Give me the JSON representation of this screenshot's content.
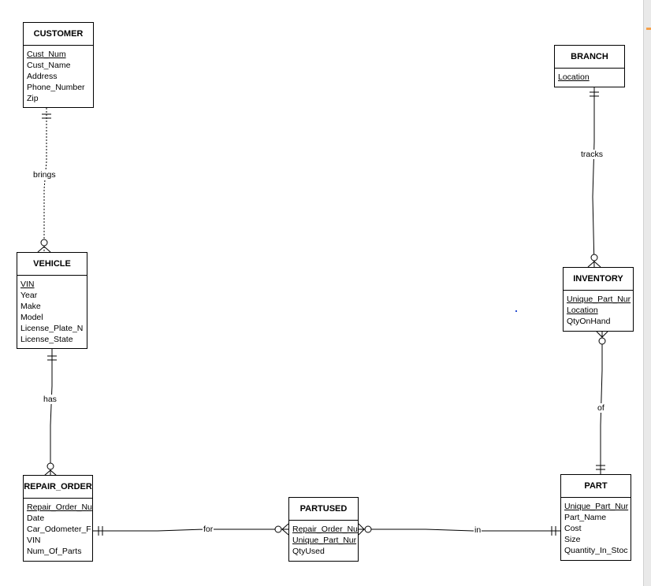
{
  "entities": {
    "customer": {
      "title": "CUSTOMER",
      "attrs": [
        "Cust_Num",
        "Cust_Name",
        "Address",
        "Phone_Number",
        "Zip"
      ]
    },
    "branch": {
      "title": "BRANCH",
      "attrs": [
        "Location"
      ]
    },
    "vehicle": {
      "title": "VEHICLE",
      "attrs": [
        "VIN",
        "Year",
        "Make",
        "Model",
        "License_Plate_N",
        "License_State"
      ]
    },
    "inventory": {
      "title": "INVENTORY",
      "attrs": [
        "Unique_Part_Nur",
        "Location",
        "QtyOnHand"
      ]
    },
    "repair_order": {
      "title": "REPAIR_ORDER",
      "attrs": [
        "Repair_Order_Nu",
        "Date",
        "Car_Odometer_F",
        "VIN",
        "Num_Of_Parts"
      ]
    },
    "partused": {
      "title": "PARTUSED",
      "attrs": [
        "Repair_Order_Nu",
        "Unique_Part_Nur",
        "QtyUsed"
      ]
    },
    "part": {
      "title": "PART",
      "attrs": [
        "Unique_Part_Nur",
        "Part_Name",
        "Cost",
        "Size",
        "Quantity_In_Stoc"
      ]
    }
  },
  "relationships": {
    "brings": "brings",
    "tracks": "tracks",
    "has": "has",
    "of": "of",
    "for": "for",
    "in": "in"
  }
}
